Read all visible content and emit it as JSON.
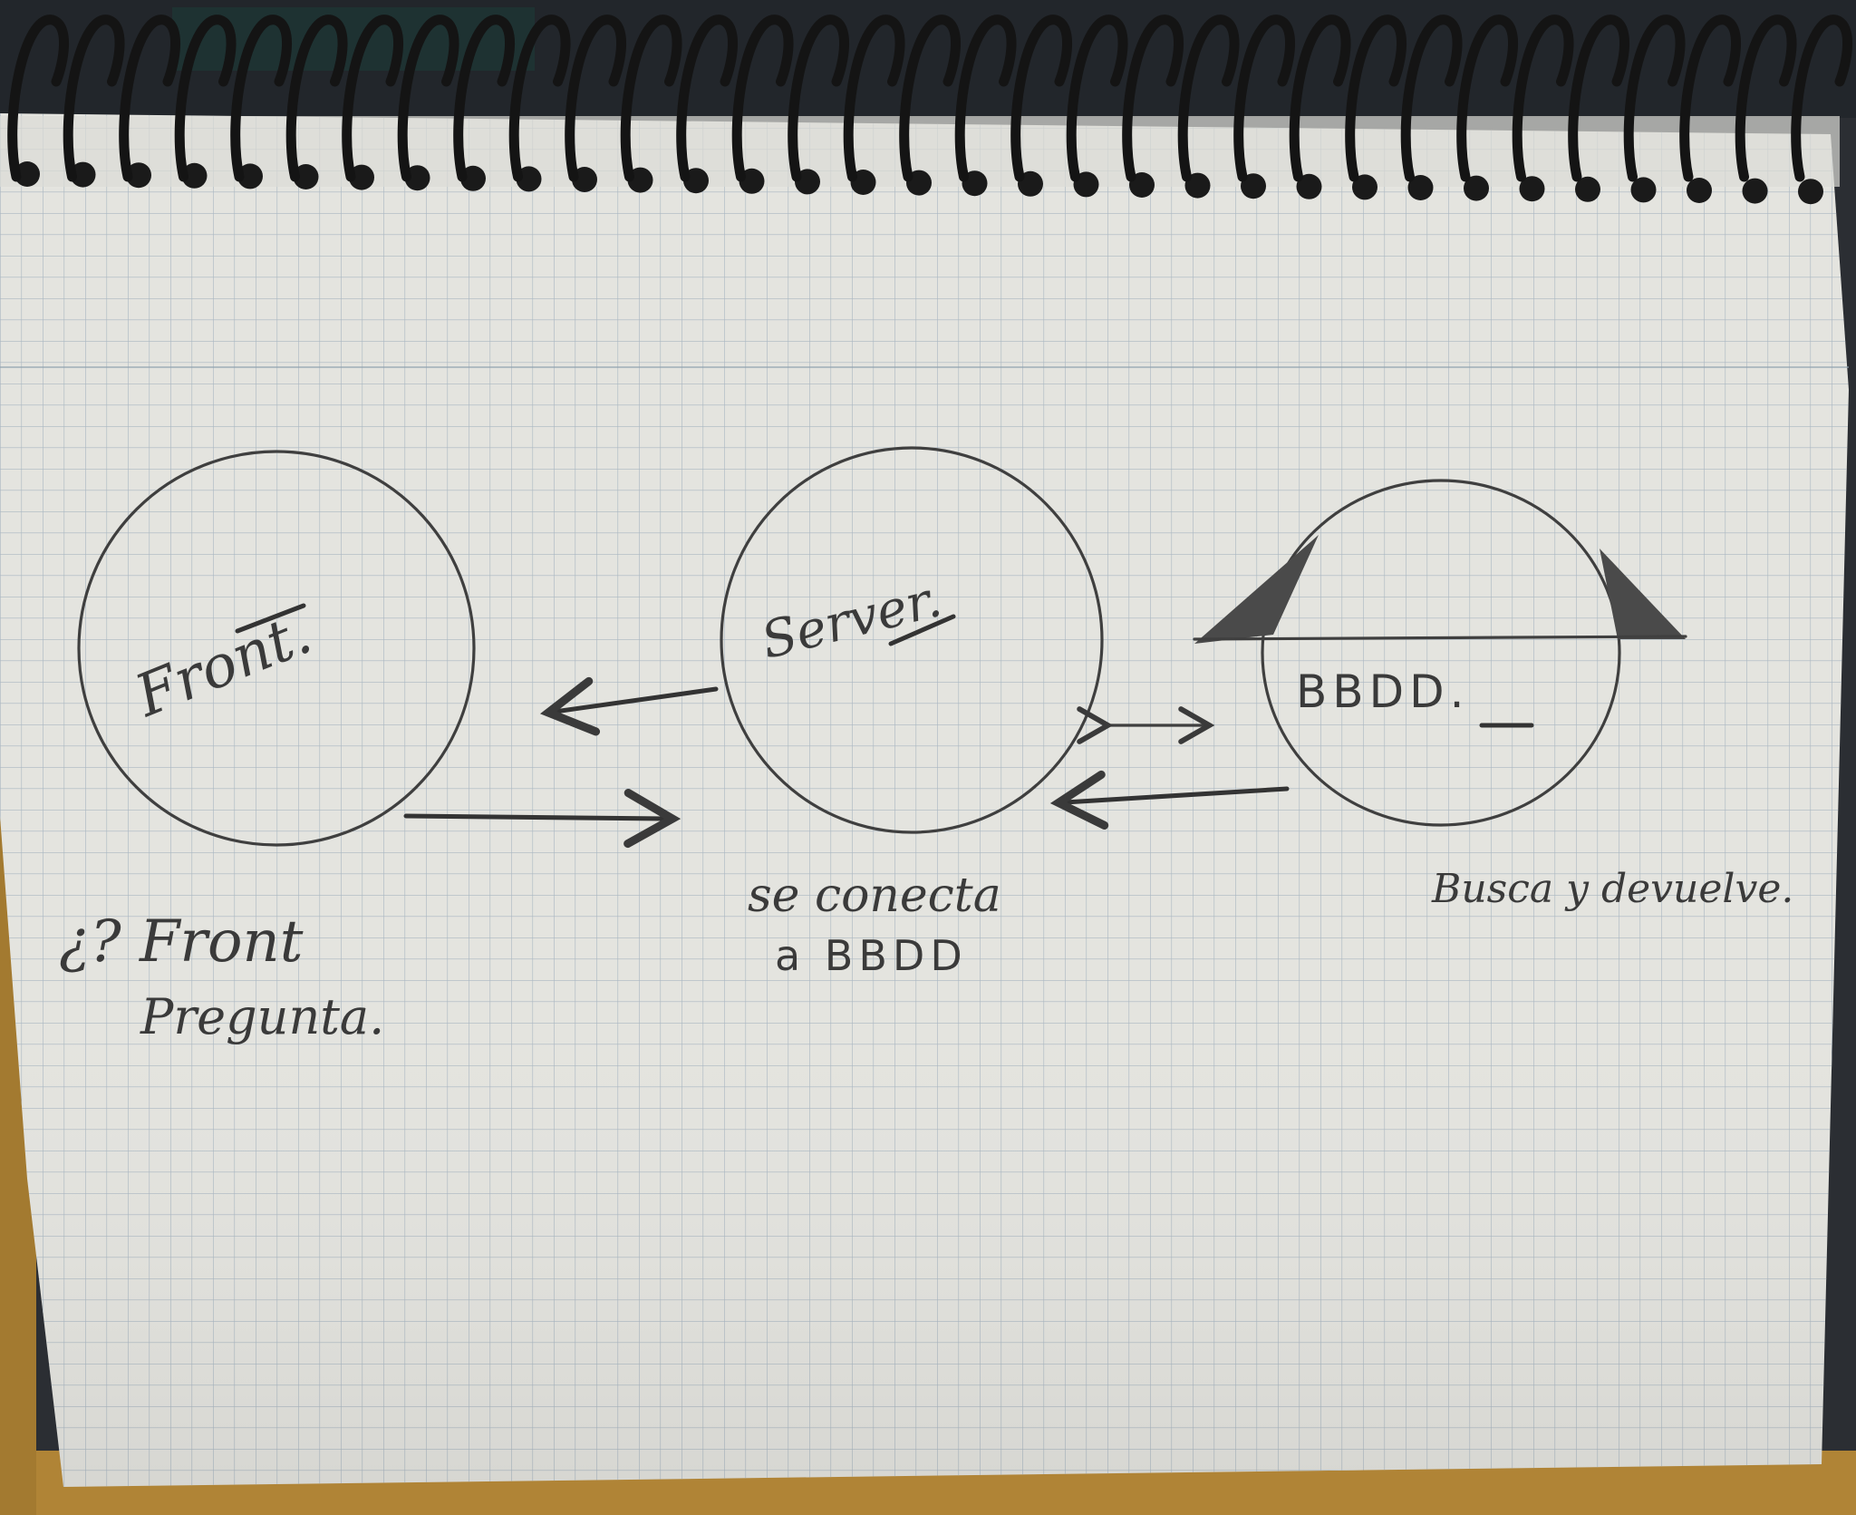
{
  "diagram": {
    "nodes": [
      {
        "id": "front",
        "label": "Front."
      },
      {
        "id": "server",
        "label": "Server."
      },
      {
        "id": "bbdd",
        "label": "BBDD."
      }
    ],
    "edges": [
      {
        "from": "front",
        "to": "server"
      },
      {
        "from": "server",
        "to": "front"
      },
      {
        "from": "server",
        "to": "bbdd",
        "bidirectional": true
      },
      {
        "from": "bbdd",
        "to": "server"
      }
    ],
    "notes": {
      "front_line1": "¿? Front",
      "front_line2": "Pregunta.",
      "server_line1": "se conecta",
      "server_line2": "a BBDD",
      "bbdd_line1": "Busca y devuelve."
    }
  },
  "colors": {
    "paper": "#e6e6e2",
    "grid": "#9fb0be",
    "pencil": "#3a3a3a",
    "spiral": "#141414",
    "background": "#2b2e33"
  }
}
